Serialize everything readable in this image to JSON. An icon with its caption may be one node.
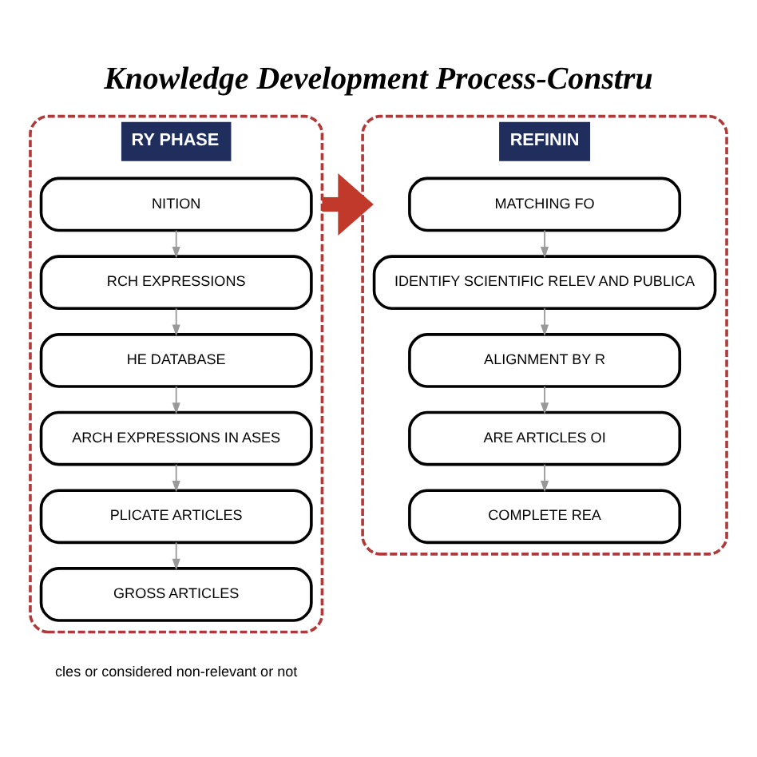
{
  "diagram": {
    "title": "Knowledge Development Process-Constru",
    "nodes": [
      {
        "text": [
          "RY PHASE"
        ]
      },
      {
        "text": [
          "NITION"
        ],
        "in": 0
      },
      {
        "text": [
          "RCH EXPRESSIONS"
        ],
        "in": 0
      },
      {
        "text": [
          "HE DATABASE"
        ],
        "in": 0
      },
      {
        "text": [
          "ARCH EXPRESSIONS IN ASES"
        ],
        "in": 0
      },
      {
        "text": [
          "PLICATE ARTICLES"
        ],
        "in": 0
      },
      {
        "text": [
          "GROSS ARTICLES"
        ],
        "in": 0
      },
      {
        "text": [
          "REFININ"
        ]
      },
      {
        "text": [
          "MATCHING FO"
        ],
        "in": 7
      },
      {
        "text": [
          "IDENTIFY SCIENTIFIC RELEV AND PUBLICA"
        ],
        "in": 7
      },
      {
        "text": [
          "ALIGNMENT BY R"
        ],
        "in": 7
      },
      {
        "text": [
          "ARE ARTICLES OI"
        ],
        "in": 7
      },
      {
        "text": [
          "COMPLETE REA"
        ],
        "in": 7
      }
    ],
    "edges": [
      {
        "from": 1,
        "to": 2,
        "arrow": "to"
      },
      {
        "from": 2,
        "to": 3,
        "arrow": "to"
      },
      {
        "from": 3,
        "to": 4,
        "arrow": "to"
      },
      {
        "from": 4,
        "to": 5,
        "arrow": "to"
      },
      {
        "from": 5,
        "to": 6,
        "arrow": "to"
      },
      {
        "from": 0,
        "to": 7,
        "arrow": "to",
        "style": "thick",
        "color": "#c0392b"
      },
      {
        "from": 8,
        "to": 9,
        "arrow": "to"
      },
      {
        "from": 9,
        "to": 10,
        "arrow": "to"
      },
      {
        "from": 10,
        "to": 11,
        "arrow": "to"
      },
      {
        "from": 11,
        "to": 12,
        "arrow": "to"
      }
    ],
    "labels": [
      "cles or considered non-relevant or not"
    ]
  }
}
